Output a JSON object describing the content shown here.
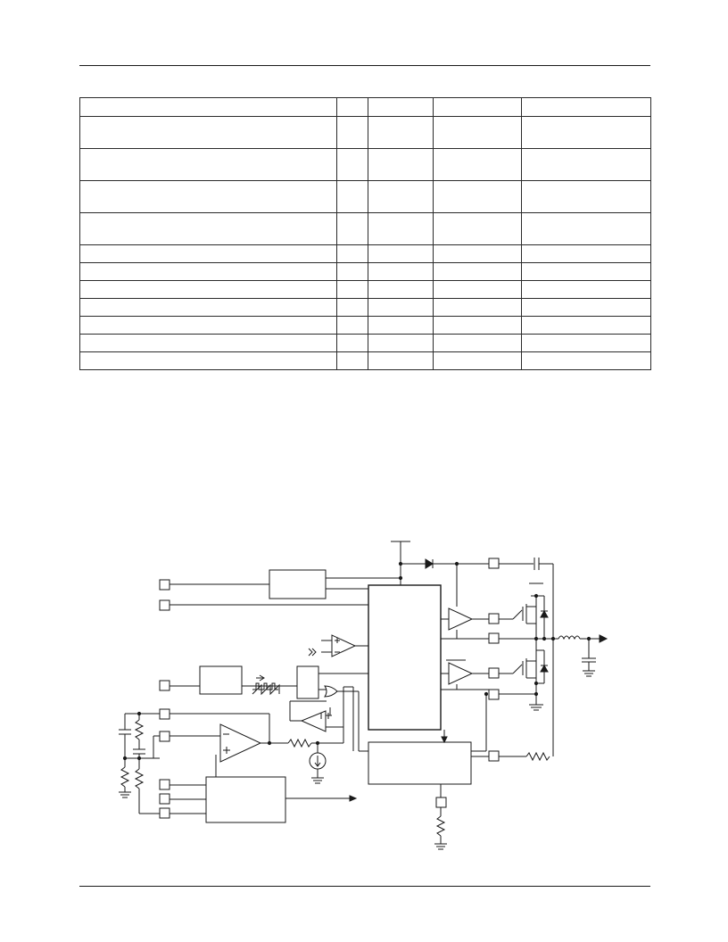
{
  "spec_table": {
    "columns": [
      "",
      "",
      "",
      "",
      ""
    ],
    "rows": [
      {
        "height": "tall"
      },
      {
        "height": "tall"
      },
      {
        "height": "tall"
      },
      {
        "height": "tall"
      },
      {
        "height": "short"
      },
      {
        "height": "short"
      },
      {
        "height": "short"
      },
      {
        "height": "short"
      },
      {
        "height": "short"
      },
      {
        "height": "short"
      },
      {
        "height": "short"
      }
    ]
  },
  "diagram": {
    "stroke_color": "#1a1a1a",
    "background": "#ffffff"
  }
}
